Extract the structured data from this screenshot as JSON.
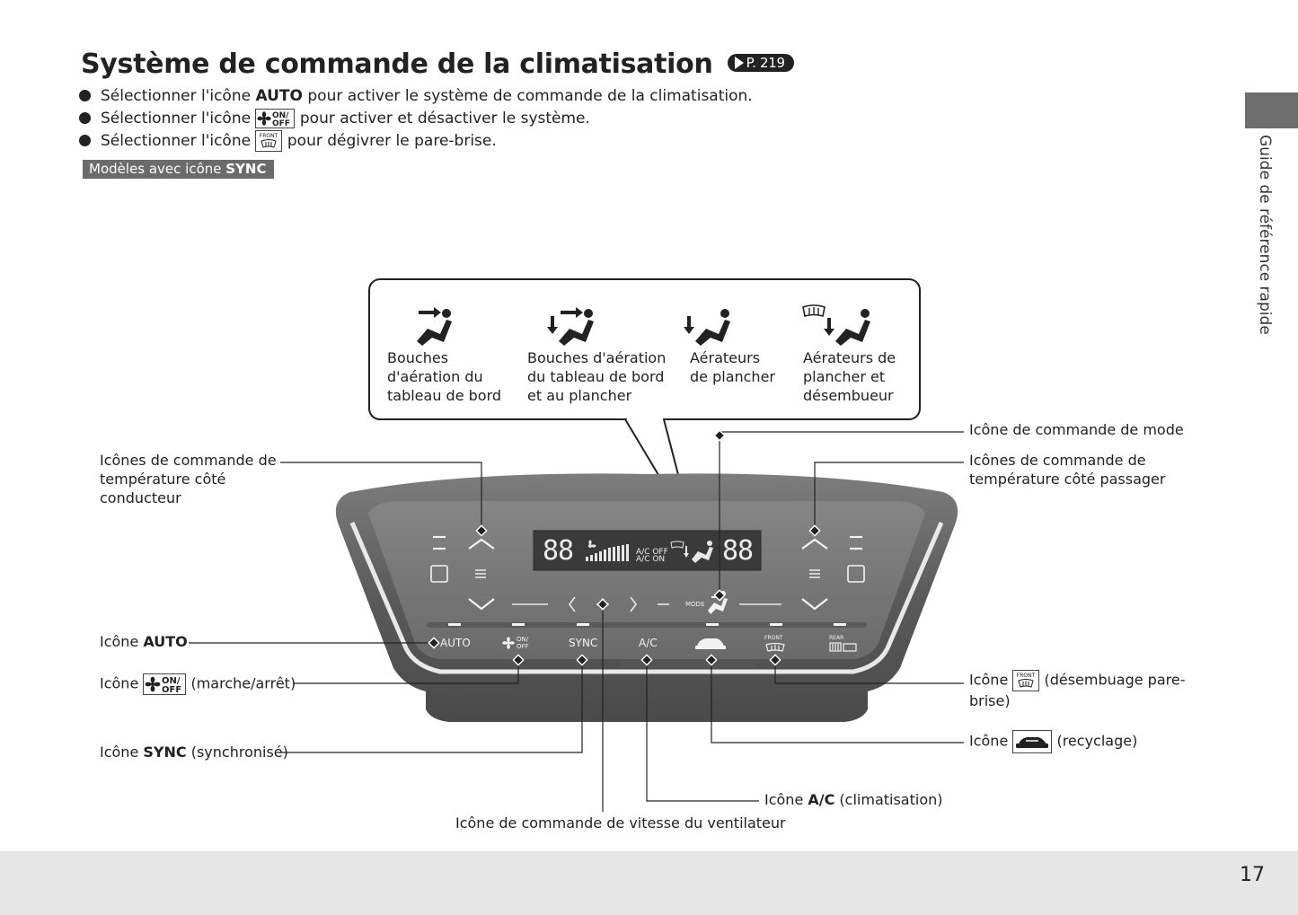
{
  "title": "Système de commande de la climatisation",
  "title_ref": "P. 219",
  "bullets": [
    {
      "pre": "Sélectionner l'icône ",
      "bold": "AUTO",
      "post": " pour activer le système de commande de la climatisation."
    },
    {
      "pre": "Sélectionner l'icône ",
      "post": " pour activer et désactiver le système."
    },
    {
      "pre": "Sélectionner l'icône ",
      "post": " pour dégivrer le pare-brise."
    }
  ],
  "badge": {
    "pre": "Modèles avec icône ",
    "bold": "SYNC"
  },
  "sidebar_label": "Guide de référence rapide",
  "page_number": "17",
  "icon_text": {
    "on": "ON/",
    "off": "OFF",
    "front": "FRONT",
    "rear": "REAR"
  },
  "mode_box": {
    "modes": [
      {
        "line1": "Bouches",
        "line2": "d'aération du",
        "line3": "tableau de bord"
      },
      {
        "line1": "Bouches d'aération",
        "line2": "du tableau de bord",
        "line3": "et au plancher"
      },
      {
        "line1": "Aérateurs",
        "line2": "de plancher",
        "line3": ""
      },
      {
        "line1": "Aérateurs de",
        "line2": "plancher et",
        "line3": "désembueur"
      }
    ]
  },
  "callouts": {
    "mode_control": "Icône de commande de mode",
    "temp_driver": {
      "line1": "Icônes de commande de",
      "line2": "température côté",
      "line3": "conducteur"
    },
    "temp_passenger": {
      "line1": "Icônes de commande de",
      "line2": "température côté passager"
    },
    "auto": {
      "pre": "Icône ",
      "bold": "AUTO"
    },
    "onoff": {
      "pre": "Icône ",
      "post": " (marche/arrêt)"
    },
    "sync": {
      "pre": "Icône ",
      "bold": "SYNC",
      "post": " (synchronisé)"
    },
    "defrost": {
      "pre": "Icône ",
      "post1": " (désembuage pare-",
      "post2": "brise)"
    },
    "recirc": {
      "pre": "Icône ",
      "post": " (recyclage)"
    },
    "ac": {
      "pre": "Icône ",
      "bold": "A/C",
      "post": " (climatisation)"
    },
    "fan": "Icône de commande de vitesse du ventilateur"
  },
  "panel": {
    "display_left": "88",
    "display_right": "88",
    "ac_off": "A/C OFF",
    "ac_on": "A/C ON",
    "mode_label": "MODE",
    "buttons": {
      "auto": "AUTO",
      "on": "ON/",
      "off": "OFF",
      "sync": "SYNC",
      "ac": "A/C",
      "front": "FRONT",
      "rear": "REAR"
    }
  }
}
